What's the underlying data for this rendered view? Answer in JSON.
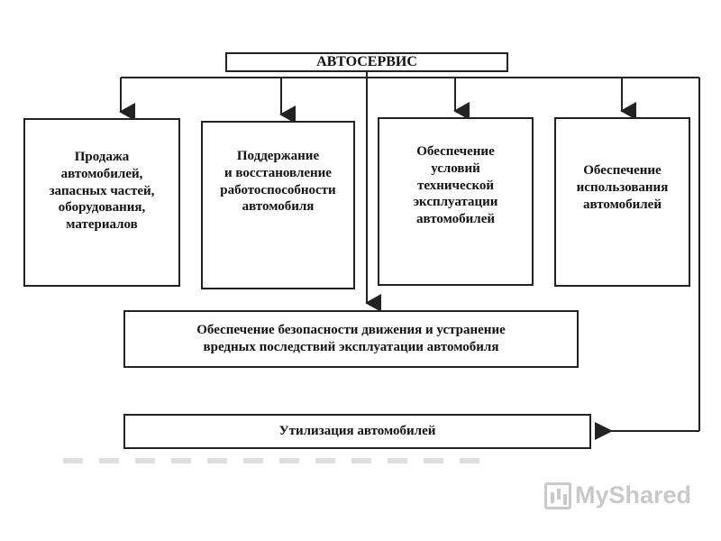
{
  "diagram": {
    "title": "АВТОСЕРВИС",
    "boxes": [
      {
        "label": "Продажа\nавтомобилей,\nзапасных частей,\nоборудования,\nматериалов"
      },
      {
        "label": "Поддержание\nи восстановление\nработоспособности\nавтомобиля"
      },
      {
        "label": "Обеспечение\nусловий\nтехнической\nэксплуатации\nавтомобилей"
      },
      {
        "label": "Обеспечение\nиспользования\nавтомобилей"
      }
    ],
    "safety": "Обеспечение безопасности движения и устранение\nвредных последствий эксплуатации автомобиля",
    "utilization": "Утилизация автомобилей"
  },
  "watermark": {
    "text": "MyShared"
  },
  "colors": {
    "stroke": "#222222",
    "watermark": "#c9c9c9"
  }
}
